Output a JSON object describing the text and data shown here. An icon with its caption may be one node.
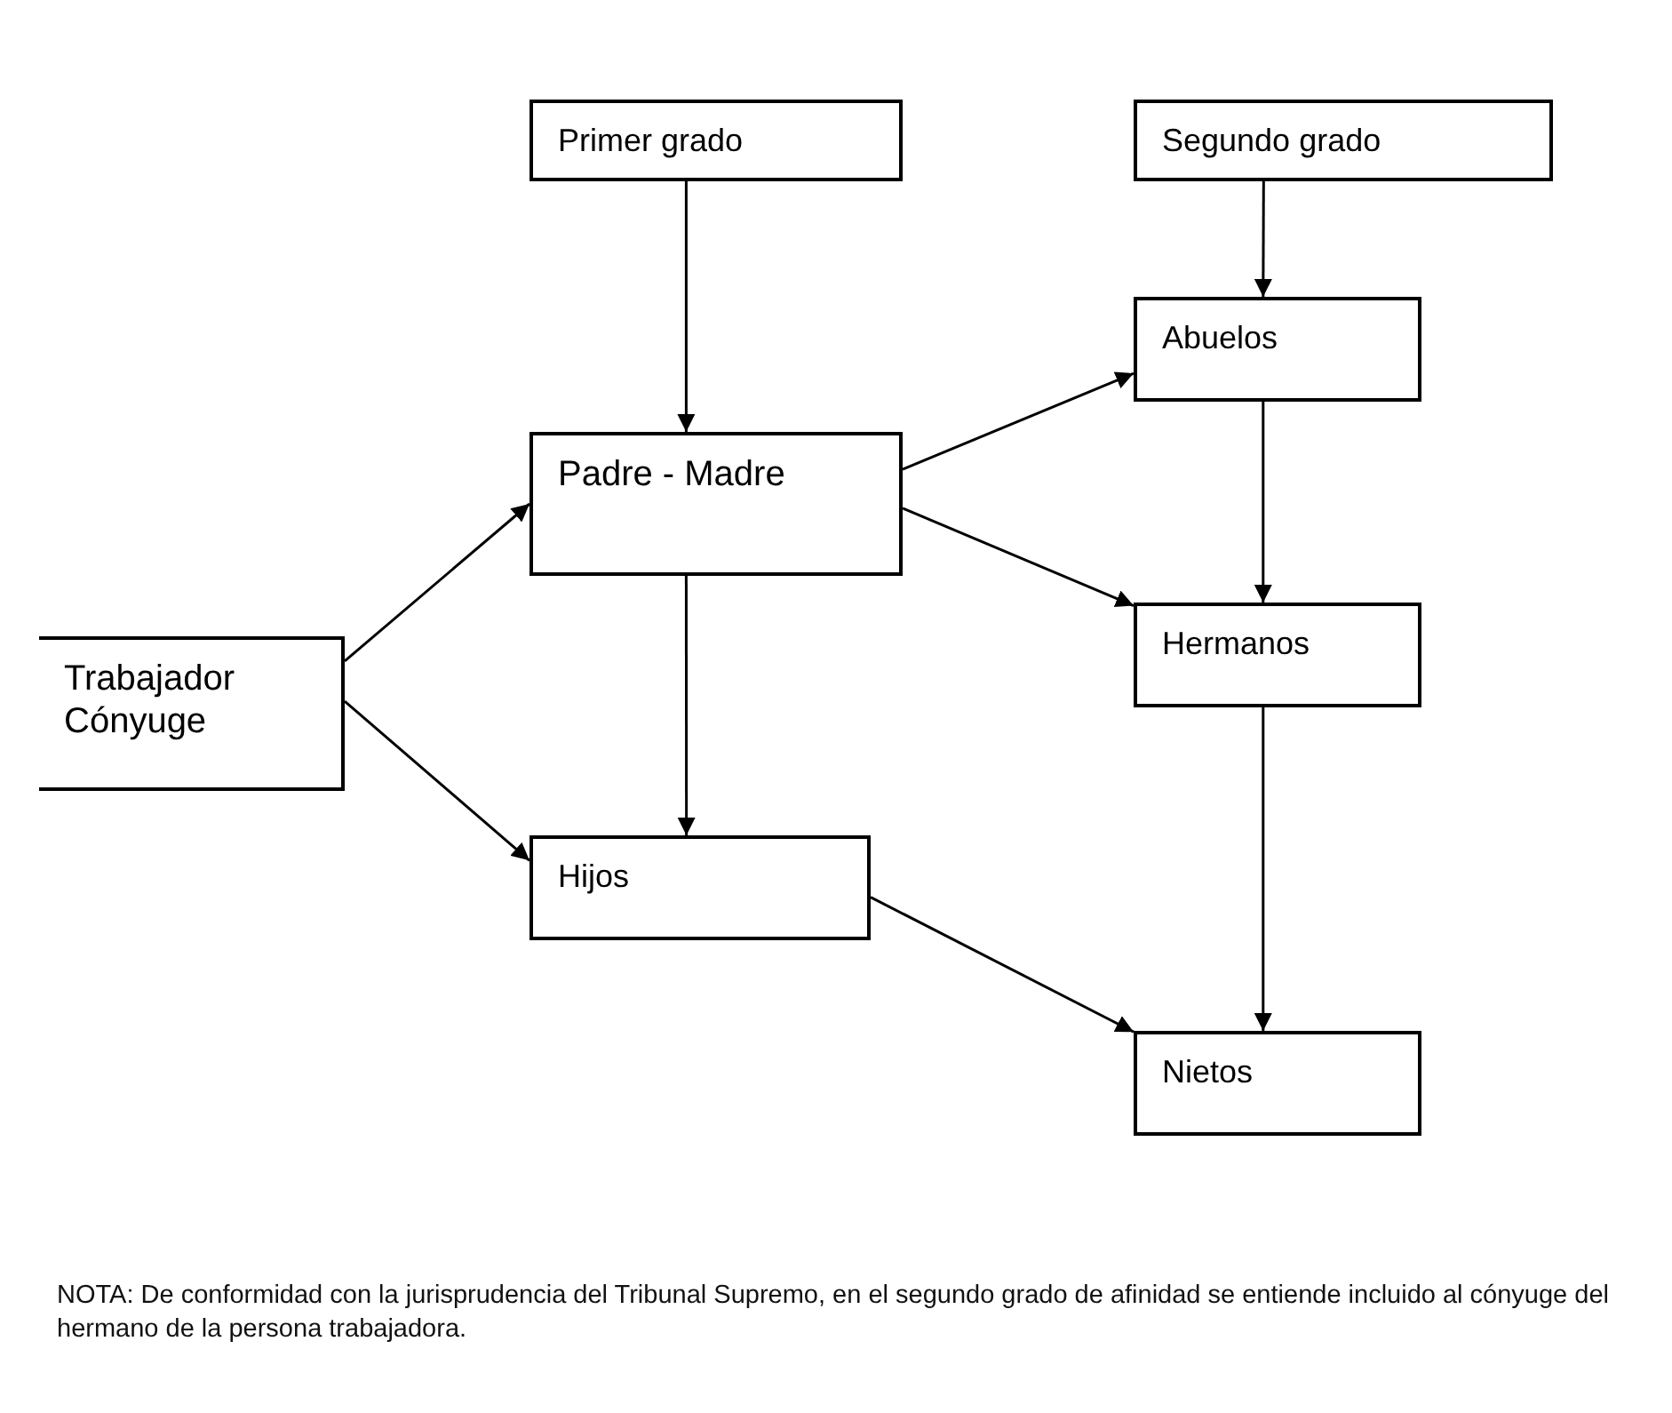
{
  "diagram": {
    "nodes": [
      {
        "text": [
          "Primer grado"
        ]
      },
      {
        "text": [
          "Segundo grado"
        ]
      },
      {
        "text": [
          "Padre - Madre"
        ]
      },
      {
        "text": [
          "Abuelos"
        ]
      },
      {
        "text": [
          "Trabajador Cónyuge"
        ]
      },
      {
        "text": [
          "Hermanos"
        ]
      },
      {
        "text": [
          "Hijos"
        ]
      },
      {
        "text": [
          "Nietos"
        ]
      }
    ],
    "edges": [
      {
        "from": 0,
        "to": 2,
        "arrow": "to"
      },
      {
        "from": 1,
        "to": 3,
        "arrow": "to"
      },
      {
        "from": 2,
        "to": 3,
        "arrow": "to"
      },
      {
        "from": 2,
        "to": 5,
        "arrow": "to"
      },
      {
        "from": 2,
        "to": 6,
        "arrow": "to"
      },
      {
        "from": 3,
        "to": 5,
        "arrow": "to"
      },
      {
        "from": 4,
        "to": 2,
        "arrow": "to"
      },
      {
        "from": 4,
        "to": 6,
        "arrow": "to"
      },
      {
        "from": 5,
        "to": 7,
        "arrow": "to"
      },
      {
        "from": 6,
        "to": 7,
        "arrow": "to"
      }
    ],
    "labels": [
      "NOTA: De conformidad con la jurisprudencia del Tribunal Supremo, en el segundo grado de afinidad se entiende incluido al cónyuge del hermano de la persona trabajadora."
    ]
  }
}
